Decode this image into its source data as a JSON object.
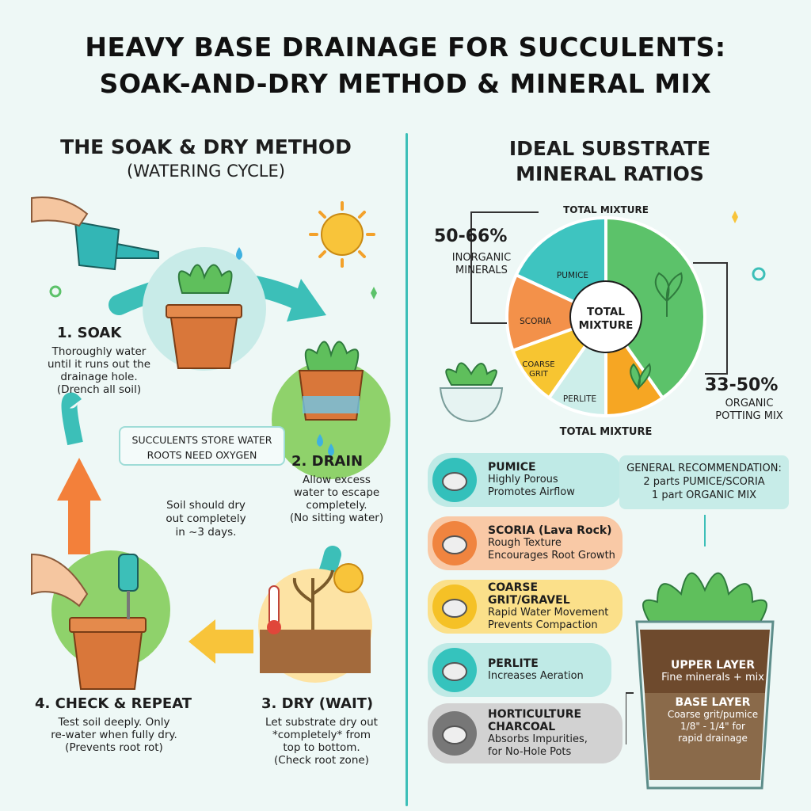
{
  "title": {
    "line1": "HEAVY BASE DRAINAGE FOR SUCCULENTS:",
    "line2": "SOAK-AND-DRY METHOD & MINERAL MIX"
  },
  "left": {
    "heading": "THE SOAK & DRY METHOD",
    "subheading": "(WATERING CYCLE)",
    "center_box": {
      "line1": "SUCCULENTS STORE WATER",
      "line2": "ROOTS NEED OXYGEN"
    },
    "center_note": [
      "Soil should dry",
      "out completely",
      "in ~3 days."
    ],
    "steps": [
      {
        "title": "1. SOAK",
        "lines": [
          "Thoroughly water",
          "until it runs out the",
          "drainage hole.",
          "(Drench all soil)"
        ]
      },
      {
        "title": "2. DRAIN",
        "lines": [
          "Allow excess",
          "water to escape",
          "completely.",
          "(No sitting water)"
        ]
      },
      {
        "title": "3. DRY (WAIT)",
        "lines": [
          "Let substrate dry out",
          "*completely* from",
          "top to bottom.",
          "(Check root zone)"
        ]
      },
      {
        "title": "4. CHECK & REPEAT",
        "lines": [
          "Test soil deeply. Only",
          "re-water when fully dry.",
          "(Prevents root rot)"
        ]
      }
    ]
  },
  "right": {
    "heading_line1": "IDEAL SUBSTRATE",
    "heading_line2": "MINERAL RATIOS",
    "pie": {
      "top_label": "TOTAL MIXTURE",
      "bottom_label": "TOTAL MIXTURE",
      "center_line1": "TOTAL",
      "center_line2": "MIXTURE",
      "inorganic_pct": "50-66%",
      "inorganic_label_line1": "INORGANIC",
      "inorganic_label_line2": "MINERALS",
      "organic_pct": "33-50%",
      "organic_label_line1": "ORGANIC",
      "organic_label_line2": "POTTING MIX",
      "slices": [
        {
          "label": "PUMICE",
          "color": "#3ec4c0"
        },
        {
          "label": "SCORIA",
          "color": "#f3914a"
        },
        {
          "label": "COARSE GRIT",
          "color": "#f7c531"
        },
        {
          "label": "PERLITE",
          "color": "#cdeeea"
        },
        {
          "label": "",
          "color": "#f6a623"
        },
        {
          "label": "",
          "color": "#5cc26a"
        }
      ]
    },
    "materials": [
      {
        "name": "PUMICE",
        "lines": [
          "Highly Porous",
          "Promotes Airflow"
        ],
        "color": "#bfeae6",
        "icon_color": "#33c0bb"
      },
      {
        "name": "SCORIA (Lava Rock)",
        "lines": [
          "Rough Texture",
          "Encourages Root Growth"
        ],
        "color": "#f9c9a6",
        "icon_color": "#f0843f"
      },
      {
        "name": "COARSE GRIT/GRAVEL",
        "lines": [
          "Rapid Water Movement",
          "Prevents Compaction"
        ],
        "color": "#fbe08a",
        "icon_color": "#f5c126"
      },
      {
        "name": "PERLITE",
        "lines": [
          "Increases Aeration"
        ],
        "color": "#bfeae6",
        "icon_color": "#35c3bd"
      },
      {
        "name": "HORTICULTURE CHARCOAL",
        "lines": [
          "Absorbs Impurities,",
          "for No-Hole Pots"
        ],
        "color": "#d2d2d2",
        "icon_color": "#777777"
      }
    ],
    "recommendation": {
      "title": "GENERAL RECOMMENDATION:",
      "line1": "2 parts PUMICE/SCORIA",
      "line2": "1 part ORGANIC MIX"
    },
    "layers": {
      "upper_title": "UPPER LAYER",
      "upper_text": "Fine minerals + mix",
      "base_title": "BASE LAYER",
      "base_lines": [
        "Coarse grit/pumice",
        "1/8\" - 1/4\" for",
        "rapid drainage"
      ]
    }
  },
  "colors": {
    "teal": "#3cbfb8",
    "green": "#6cc35a",
    "orange": "#f3803a",
    "yellow": "#f8c43a",
    "pot": "#d9773a"
  }
}
